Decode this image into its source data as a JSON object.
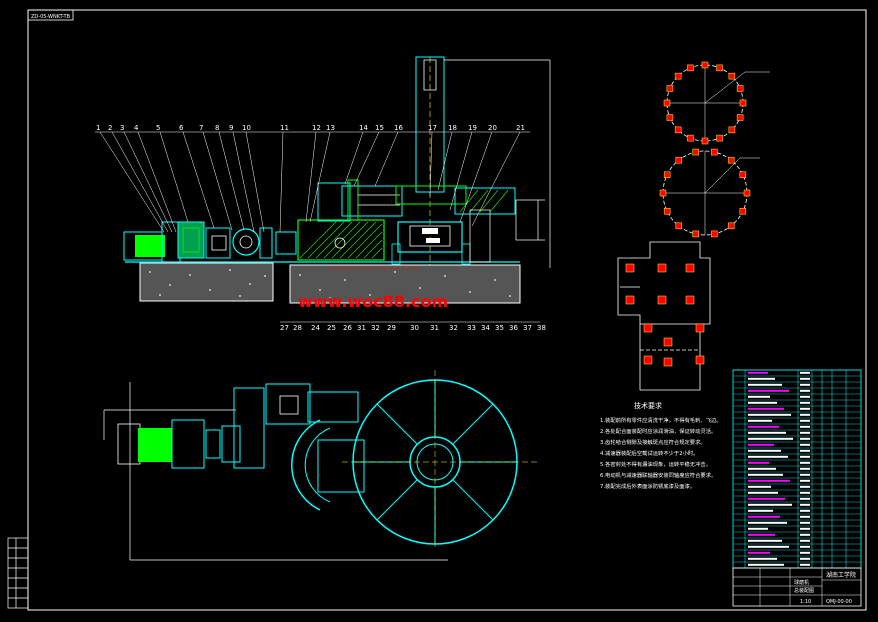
{
  "title_tag": "ZD-05-WNKT-TB",
  "callouts_top": [
    "1",
    "2",
    "3",
    "4",
    "5",
    "6",
    "7",
    "8",
    "9",
    "10",
    "11",
    "12",
    "13",
    "14",
    "15",
    "16",
    "17",
    "18",
    "19",
    "20",
    "21"
  ],
  "callouts_bottom": [
    "27",
    "28",
    "24",
    "25",
    "26",
    "31",
    "32",
    "29",
    "30",
    "31",
    "32",
    "33",
    "34",
    "35",
    "36",
    "37",
    "38"
  ],
  "watermark": "www.woc88.com",
  "notes_title": "技术要求",
  "notes": [
    "1.装配前所有零件应清洗干净，不得有毛刺、飞边。",
    "2.各处配合面装配时应涂润滑油，保证转动灵活。",
    "3.齿轮啮合侧隙及接触斑点应符合规定要求。",
    "4.减速器装配后空载试运转不少于2小时。",
    "5.各密封处不得有漏油现象，运转平稳无冲击。",
    "6.电动机与减速器联轴器安装同轴度应符合要求。",
    "7.装配完成后外表面涂防锈底漆及面漆。"
  ],
  "title_block": {
    "school": "湖南工学院",
    "name1": "球磨机",
    "name2": "总装配图",
    "drawing_no": "QMJ-00-00",
    "scale": "1:10"
  },
  "colors": {
    "cyan": "#00ffff",
    "green": "#00ff00",
    "red": "#ff0000",
    "yellow": "#ffff00",
    "white": "#ffffff",
    "magenta": "#ff00ff"
  }
}
